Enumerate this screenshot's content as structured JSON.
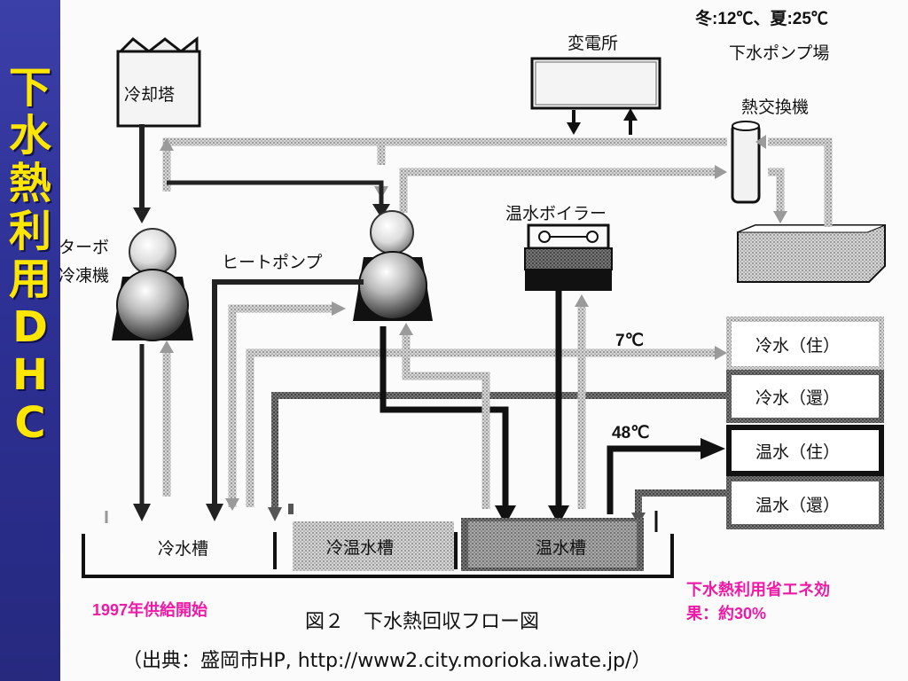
{
  "sidebar": {
    "title_chars": [
      "下",
      "水",
      "熱",
      "利",
      "用",
      "D",
      "H",
      "C"
    ],
    "color": "#ffe600"
  },
  "labels": {
    "season_temps": "冬:12℃、夏:25℃",
    "substation": "変電所",
    "sewage_pump": "下水ポンプ場",
    "heat_exchanger": "熱交換機",
    "cooling_tower": "冷却塔",
    "turbo_chiller_1": "ターボ",
    "turbo_chiller_2": "冷凍機",
    "heat_pump": "ヒートポンプ",
    "boiler": "温水ボイラー",
    "temp_7": "7℃",
    "temp_48": "48℃",
    "cold_supply": "冷水（住）",
    "cold_return": "冷水（還）",
    "hot_supply": "温水（住）",
    "hot_return": "温水（還）",
    "cold_tank": "冷水槽",
    "cold_warm_tank": "冷温水槽",
    "hot_tank": "温水槽"
  },
  "notes": {
    "start_year": "1997年供給開始",
    "energy_1": "下水熱利用省エネ効",
    "energy_2": "果：約30%",
    "color": "#ee1aa6"
  },
  "caption": {
    "figure": "図２　下水熱回収フロー図",
    "source": "（出典：盛岡市HP,  http://www2.city.morioka.iwate.jp/）"
  }
}
